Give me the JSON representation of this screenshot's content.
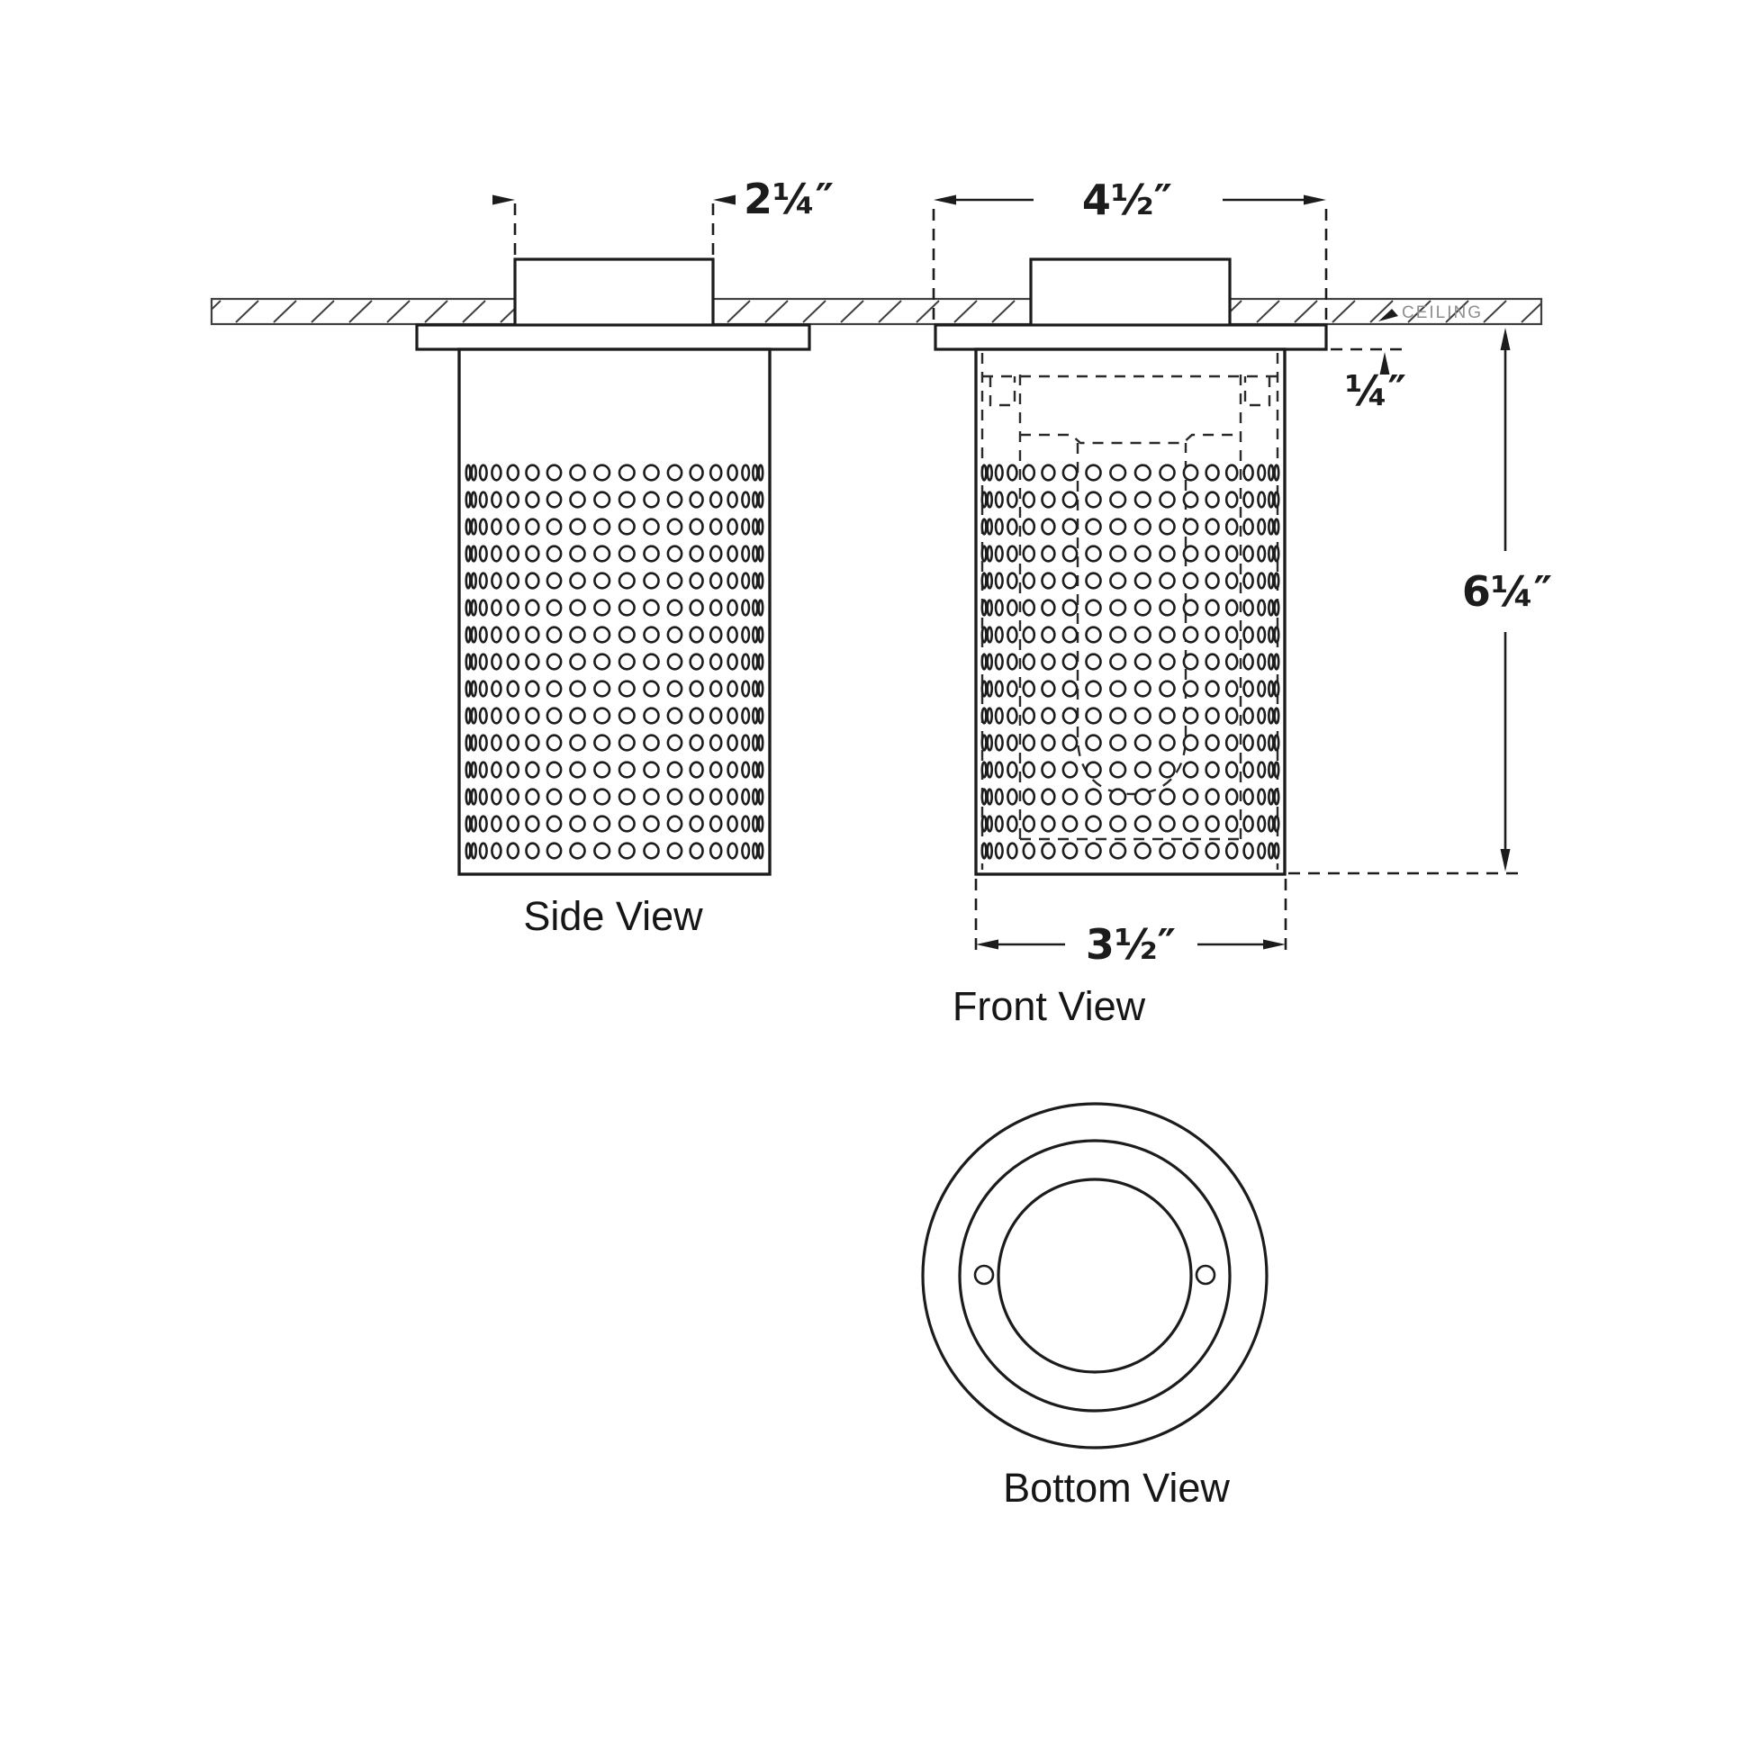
{
  "drawing": {
    "views": {
      "side": {
        "label": "Side View"
      },
      "front": {
        "label": "Front View"
      },
      "bottom": {
        "label": "Bottom View"
      }
    },
    "dimensions": {
      "junction_box_width": "2¼″",
      "canopy_width": "4½″",
      "canopy_reveal": "¼″",
      "overall_height": "6¼″",
      "shade_width": "3½″"
    },
    "ceiling": {
      "label": "CEILING"
    },
    "colors": {
      "line": "#1c1c1c",
      "ceiling_line": "#3f3f3f",
      "ceiling_text": "#8e8e8e",
      "background": "#ffffff"
    }
  }
}
